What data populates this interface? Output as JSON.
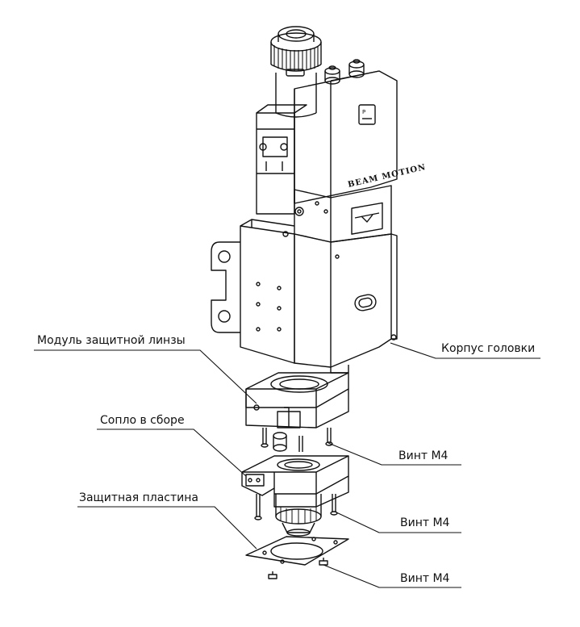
{
  "brand_text": "BEAM MOTION",
  "labels": {
    "lens_module": "Модуль защитной линзы",
    "nozzle_assembly": "Сопло в сборе",
    "protective_plate": "Защитная пластина",
    "head_body": "Корпус головки",
    "screw_1": "Винт М4",
    "screw_2": "Винт М4",
    "screw_3": "Винт М4"
  }
}
